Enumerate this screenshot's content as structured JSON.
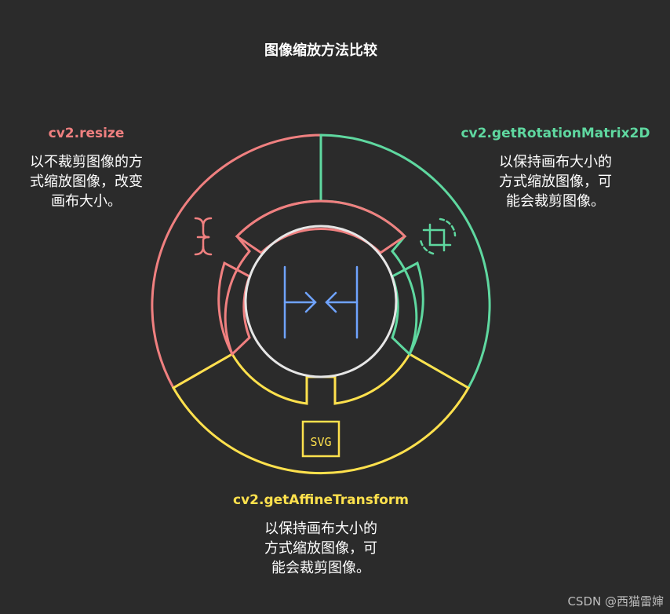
{
  "title": "图像缩放方法比较",
  "colors": {
    "background": "#2b2b2b",
    "resize": "#f08080",
    "rotation": "#5fd8a0",
    "affine": "#ffe14d",
    "center": "#e6e6e6",
    "center_icon": "#6fa3ff"
  },
  "methods": [
    {
      "name": "cv2.resize",
      "description": "以不裁剪图像的方\n式缩放图像，改变\n画布大小。",
      "icon": "resize-bracket-icon"
    },
    {
      "name": "cv2.getRotationMatrix2D",
      "description": "以保持画布大小的\n方式缩放图像，可\n能会裁剪图像。",
      "icon": "rotate-crop-icon"
    },
    {
      "name": "cv2.getAffineTransform",
      "description": "以保持画布大小的\n方式缩放图像，可\n能会裁剪图像。",
      "icon": "svg-icon",
      "icon_text": "SVG"
    }
  ],
  "center_icon": "arrows-inward-icon",
  "watermark": "CSDN @西猫雷婶"
}
